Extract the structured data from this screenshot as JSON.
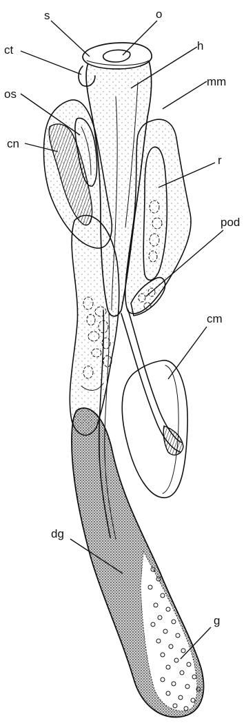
{
  "figure": {
    "colors": {
      "ink": "#111111",
      "paper": "#ffffff"
    },
    "labels": {
      "s": "s",
      "o": "o",
      "ct": "ct",
      "h": "h",
      "mm": "mm",
      "os": "os",
      "cn": "cn",
      "r": "r",
      "pod": "pod",
      "cm": "cm",
      "dg": "dg",
      "g": "g"
    }
  }
}
